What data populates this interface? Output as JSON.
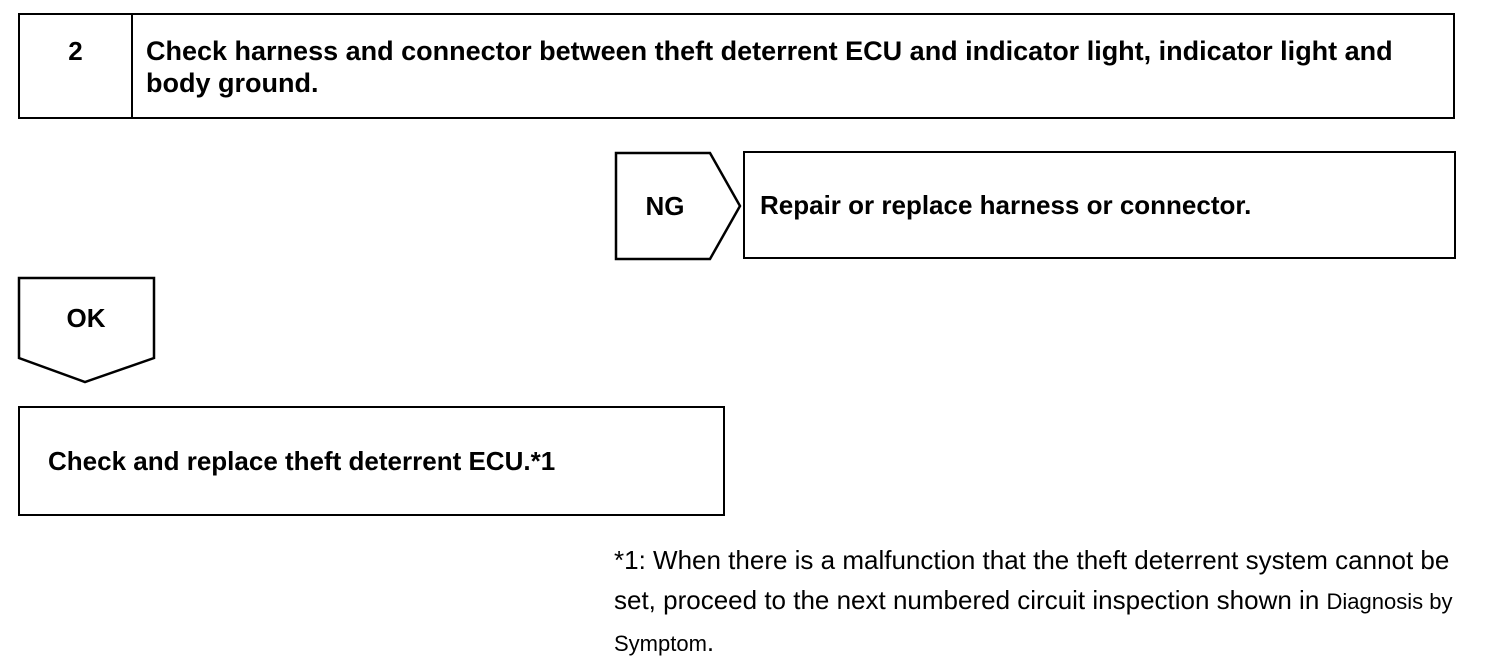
{
  "step": {
    "number": "2",
    "title": "Check harness and connector between theft deterrent ECU and indicator light, indicator light and body ground."
  },
  "ng_branch": {
    "label": "NG",
    "result": "Repair or replace harness or connector."
  },
  "ok_branch": {
    "label": "OK",
    "result": "Check and replace theft deterrent ECU.*1"
  },
  "footnote": {
    "text_main": "*1: When there is a malfunction that the theft deterrent system cannot be set, proceed to the next numbered circuit inspection shown in ",
    "reference": "Diagnosis by Symptom",
    "end": "."
  }
}
